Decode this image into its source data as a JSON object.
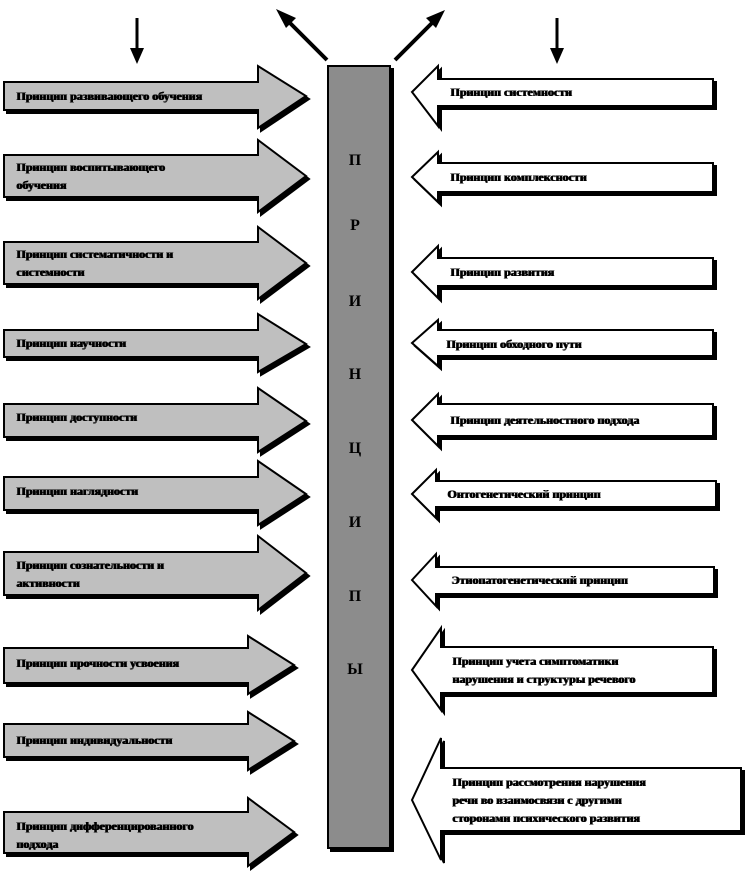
{
  "central_bar": {
    "letters": [
      "П",
      "Р",
      "И",
      "Н",
      "Ц",
      "И",
      "П",
      "Ы"
    ],
    "fill": "#8c8c8c"
  },
  "left_arrows": {
    "fill": "#bfbfbf",
    "items": [
      {
        "lines": [
          "Принцип развивающего обучения"
        ]
      },
      {
        "lines": [
          "Принцип воспитывающего",
          "обучения"
        ]
      },
      {
        "lines": [
          "Принцип систематичности и",
          "системности"
        ]
      },
      {
        "lines": [
          "Принцип научности"
        ]
      },
      {
        "lines": [
          "Принцип доступности"
        ]
      },
      {
        "lines": [
          "Принцип наглядности"
        ]
      },
      {
        "lines": [
          "Принцип сознательности и",
          "активности"
        ]
      },
      {
        "lines": [
          "Принцип прочности усвоения"
        ]
      },
      {
        "lines": [
          "Принцип индивидуальности"
        ]
      },
      {
        "lines": [
          "Принцип дифференцированного",
          "подхода"
        ]
      }
    ]
  },
  "right_arrows": {
    "fill": "#ffffff",
    "items": [
      {
        "lines": [
          "Принцип системности"
        ]
      },
      {
        "lines": [
          "Принцип комплексности"
        ]
      },
      {
        "lines": [
          "Принцип развития"
        ]
      },
      {
        "lines": [
          "Принцип обходного пути"
        ]
      },
      {
        "lines": [
          "Принцип деятельностного подхода"
        ]
      },
      {
        "lines": [
          "Онтогенетический принцип"
        ]
      },
      {
        "lines": [
          "Этиопатогенетический принцип"
        ]
      },
      {
        "lines": [
          "Принцип учета симптоматики",
          "нарушения и   структуры речевого"
        ]
      },
      {
        "lines": [
          "Принцип рассмотрения нарушения",
          "речи во взаимосвязи с другими",
          "сторонами психического развития"
        ]
      }
    ]
  }
}
